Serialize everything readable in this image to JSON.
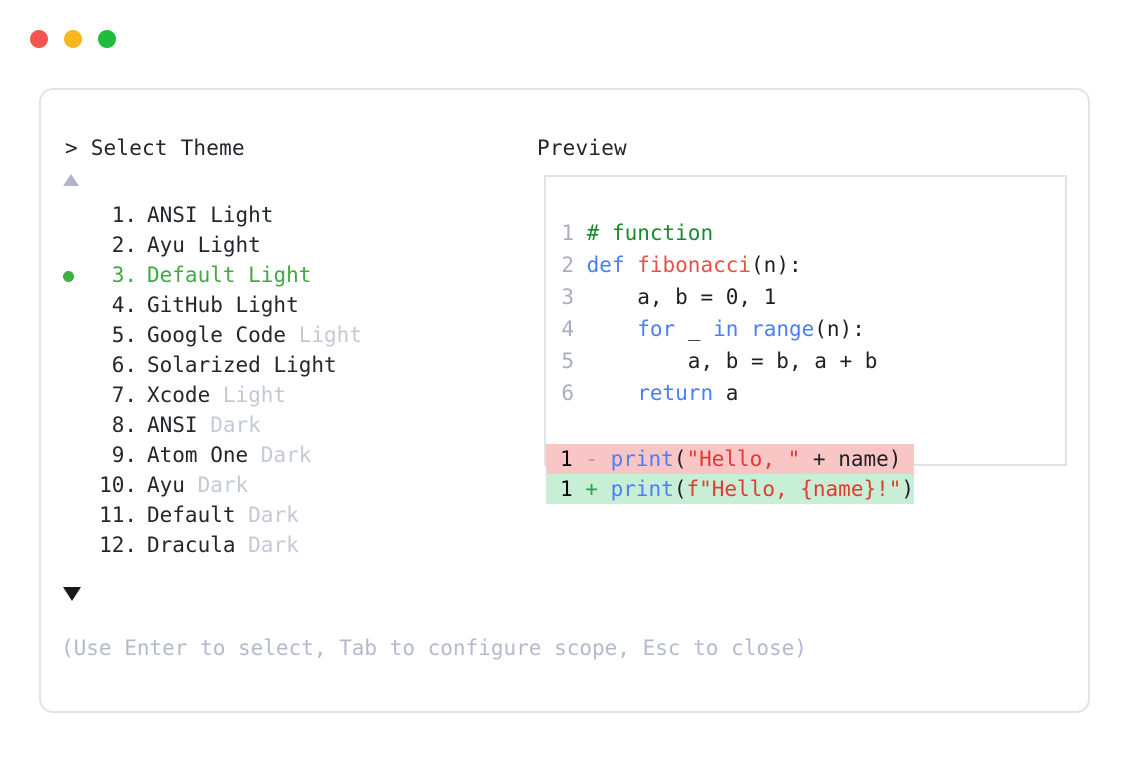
{
  "window": {
    "controls": [
      {
        "name": "close",
        "color": "#f4554f"
      },
      {
        "name": "minimize",
        "color": "#f5b81d"
      },
      {
        "name": "maximize",
        "color": "#1ebe3c"
      }
    ]
  },
  "prompt": {
    "marker": ">",
    "title": "Select Theme",
    "preview_label": "Preview",
    "scroll_up": "▲",
    "scroll_down": "▼",
    "selected_index": 3
  },
  "themes": [
    {
      "num": "1.",
      "base": "ANSI",
      "variant": "Light",
      "variant_dim": false,
      "selected": false
    },
    {
      "num": "2.",
      "base": "Ayu",
      "variant": "Light",
      "variant_dim": false,
      "selected": false
    },
    {
      "num": "3.",
      "base": "Default",
      "variant": "Light",
      "variant_dim": false,
      "selected": true
    },
    {
      "num": "4.",
      "base": "GitHub",
      "variant": "Light",
      "variant_dim": false,
      "selected": false
    },
    {
      "num": "5.",
      "base": "Google Code",
      "variant": "Light",
      "variant_dim": true,
      "selected": false
    },
    {
      "num": "6.",
      "base": "Solarized",
      "variant": "Light",
      "variant_dim": false,
      "selected": false
    },
    {
      "num": "7.",
      "base": "Xcode",
      "variant": "Light",
      "variant_dim": true,
      "selected": false
    },
    {
      "num": "8.",
      "base": "ANSI",
      "variant": "Dark",
      "variant_dim": true,
      "selected": false
    },
    {
      "num": "9.",
      "base": "Atom One",
      "variant": "Dark",
      "variant_dim": true,
      "selected": false
    },
    {
      "num": "10.",
      "base": "Ayu",
      "variant": "Dark",
      "variant_dim": true,
      "selected": false
    },
    {
      "num": "11.",
      "base": "Default",
      "variant": "Dark",
      "variant_dim": true,
      "selected": false
    },
    {
      "num": "12.",
      "base": "Dracula",
      "variant": "Dark",
      "variant_dim": true,
      "selected": false
    }
  ],
  "preview": {
    "lines": [
      {
        "n": "1",
        "tokens": [
          {
            "t": "# function",
            "c": "tok-com"
          }
        ]
      },
      {
        "n": "2",
        "tokens": [
          {
            "t": "def ",
            "c": "tok-kw"
          },
          {
            "t": "fibonacci",
            "c": "tok-fn"
          },
          {
            "t": "(n):",
            "c": "tok-txt"
          }
        ]
      },
      {
        "n": "3",
        "tokens": [
          {
            "t": "    a, b = 0, 1",
            "c": "tok-txt"
          }
        ]
      },
      {
        "n": "4",
        "tokens": [
          {
            "t": "    ",
            "c": "tok-txt"
          },
          {
            "t": "for",
            "c": "tok-kw"
          },
          {
            "t": " _ ",
            "c": "tok-txt"
          },
          {
            "t": "in ",
            "c": "tok-kw"
          },
          {
            "t": "range",
            "c": "tok-bi"
          },
          {
            "t": "(n):",
            "c": "tok-txt"
          }
        ]
      },
      {
        "n": "5",
        "tokens": [
          {
            "t": "        a, b = b, a + b",
            "c": "tok-txt"
          }
        ]
      },
      {
        "n": "6",
        "tokens": [
          {
            "t": "    ",
            "c": "tok-txt"
          },
          {
            "t": "return",
            "c": "tok-kw"
          },
          {
            "t": " a",
            "c": "tok-txt"
          }
        ]
      }
    ],
    "diff": [
      {
        "kind": "del",
        "n": "1",
        "mark": "-",
        "tokens": [
          {
            "t": "print",
            "c": "tok-bi"
          },
          {
            "t": "(",
            "c": "tok-txt"
          },
          {
            "t": "\"Hello, \"",
            "c": "tok-str"
          },
          {
            "t": " + name)",
            "c": "tok-txt"
          }
        ]
      },
      {
        "kind": "add",
        "n": "1",
        "mark": "+",
        "tokens": [
          {
            "t": "print",
            "c": "tok-bi"
          },
          {
            "t": "(",
            "c": "tok-txt"
          },
          {
            "t": "f\"Hello, {name}!\"",
            "c": "tok-str"
          },
          {
            "t": ")",
            "c": "tok-txt"
          }
        ]
      }
    ]
  },
  "hint": "(Use Enter to select, Tab to configure scope, Esc to close)"
}
